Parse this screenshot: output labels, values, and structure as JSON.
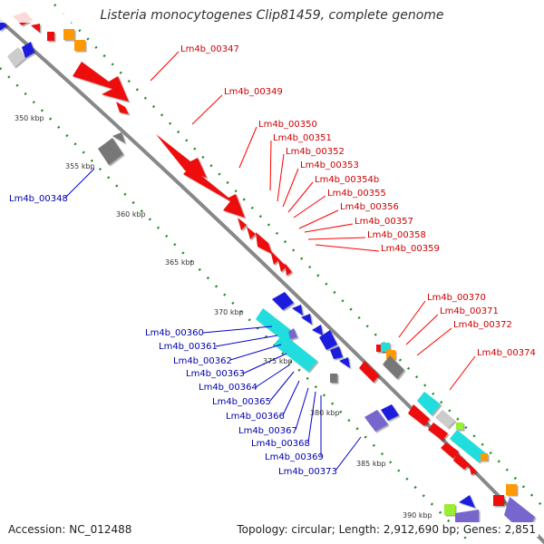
{
  "genome_title": "Listeria monocytogenes Clip81459, complete genome",
  "accession_line": "Accession: NC_012488",
  "topology_line": "Topology: circular; Length: 2,912,690 bp; Genes: 2,851",
  "colors": {
    "backbone": "#888888",
    "plus_strand_label": "#cc0000",
    "minus_strand_label": "#0000aa",
    "cog_red": "#ee1111",
    "cog_blue": "#1a1add",
    "cog_cyan": "#22dddd",
    "cog_grey": "#777777",
    "cog_light_grey": "#cccccc",
    "cog_orange": "#ff9900",
    "cog_purple": "#7766cc",
    "cog_green": "#99ee33",
    "tick_dots": "#228822"
  },
  "ticks": [
    "350 kbp",
    "355 kbp",
    "360 kbp",
    "365 kbp",
    "370 kbp",
    "375 kbp",
    "380 kbp",
    "385 kbp",
    "390 kbp"
  ],
  "plus_labels": [
    "Lm4b_00347",
    "Lm4b_00349",
    "Lm4b_00350",
    "Lm4b_00351",
    "Lm4b_00352",
    "Lm4b_00353",
    "Lm4b_00354b",
    "Lm4b_00355",
    "Lm4b_00356",
    "Lm4b_00357",
    "Lm4b_00358",
    "Lm4b_00359",
    "Lm4b_00370",
    "Lm4b_00371",
    "Lm4b_00372",
    "Lm4b_00374"
  ],
  "minus_labels": [
    "Lm4b_00348",
    "Lm4b_00360",
    "Lm4b_00361",
    "Lm4b_00362",
    "Lm4b_00363",
    "Lm4b_00364",
    "Lm4b_00365",
    "Lm4b_00366",
    "Lm4b_00367",
    "Lm4b_00368",
    "Lm4b_00369",
    "Lm4b_00373"
  ]
}
